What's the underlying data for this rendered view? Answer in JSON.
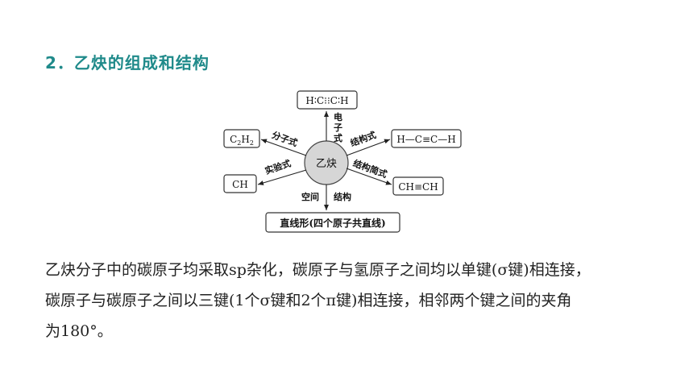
{
  "heading": "2．乙炔的组成和结构",
  "diagram": {
    "center": "乙炔",
    "electronic_formula": "H∶C⁝⁝C∶H",
    "label_electronic": [
      "电",
      "子",
      "式"
    ],
    "molecular_formula_main": "C",
    "molecular_formula_sub1": "2",
    "molecular_formula_h": "H",
    "molecular_formula_sub2": "2",
    "label_molecular": "分子式",
    "structural_formula": "H—C≡C—H",
    "label_structural": "结构式",
    "empirical_formula": "CH",
    "label_empirical": "实验式",
    "simplified_formula": "CH≡CH",
    "label_simplified": "结构简式",
    "spatial_structure": "直线形(四个原子共直线)",
    "label_space": "空间",
    "label_structure": "结构"
  },
  "paragraph": {
    "line1": "乙炔分子中的碳原子均采取sp杂化，碳原子与氢原子之间均以单键(σ键)相连接，",
    "line2": "碳原子与碳原子之间以三键(1个σ键和2个π键)相连接，相邻两个键之间的夹角",
    "line3": "为180°。"
  }
}
